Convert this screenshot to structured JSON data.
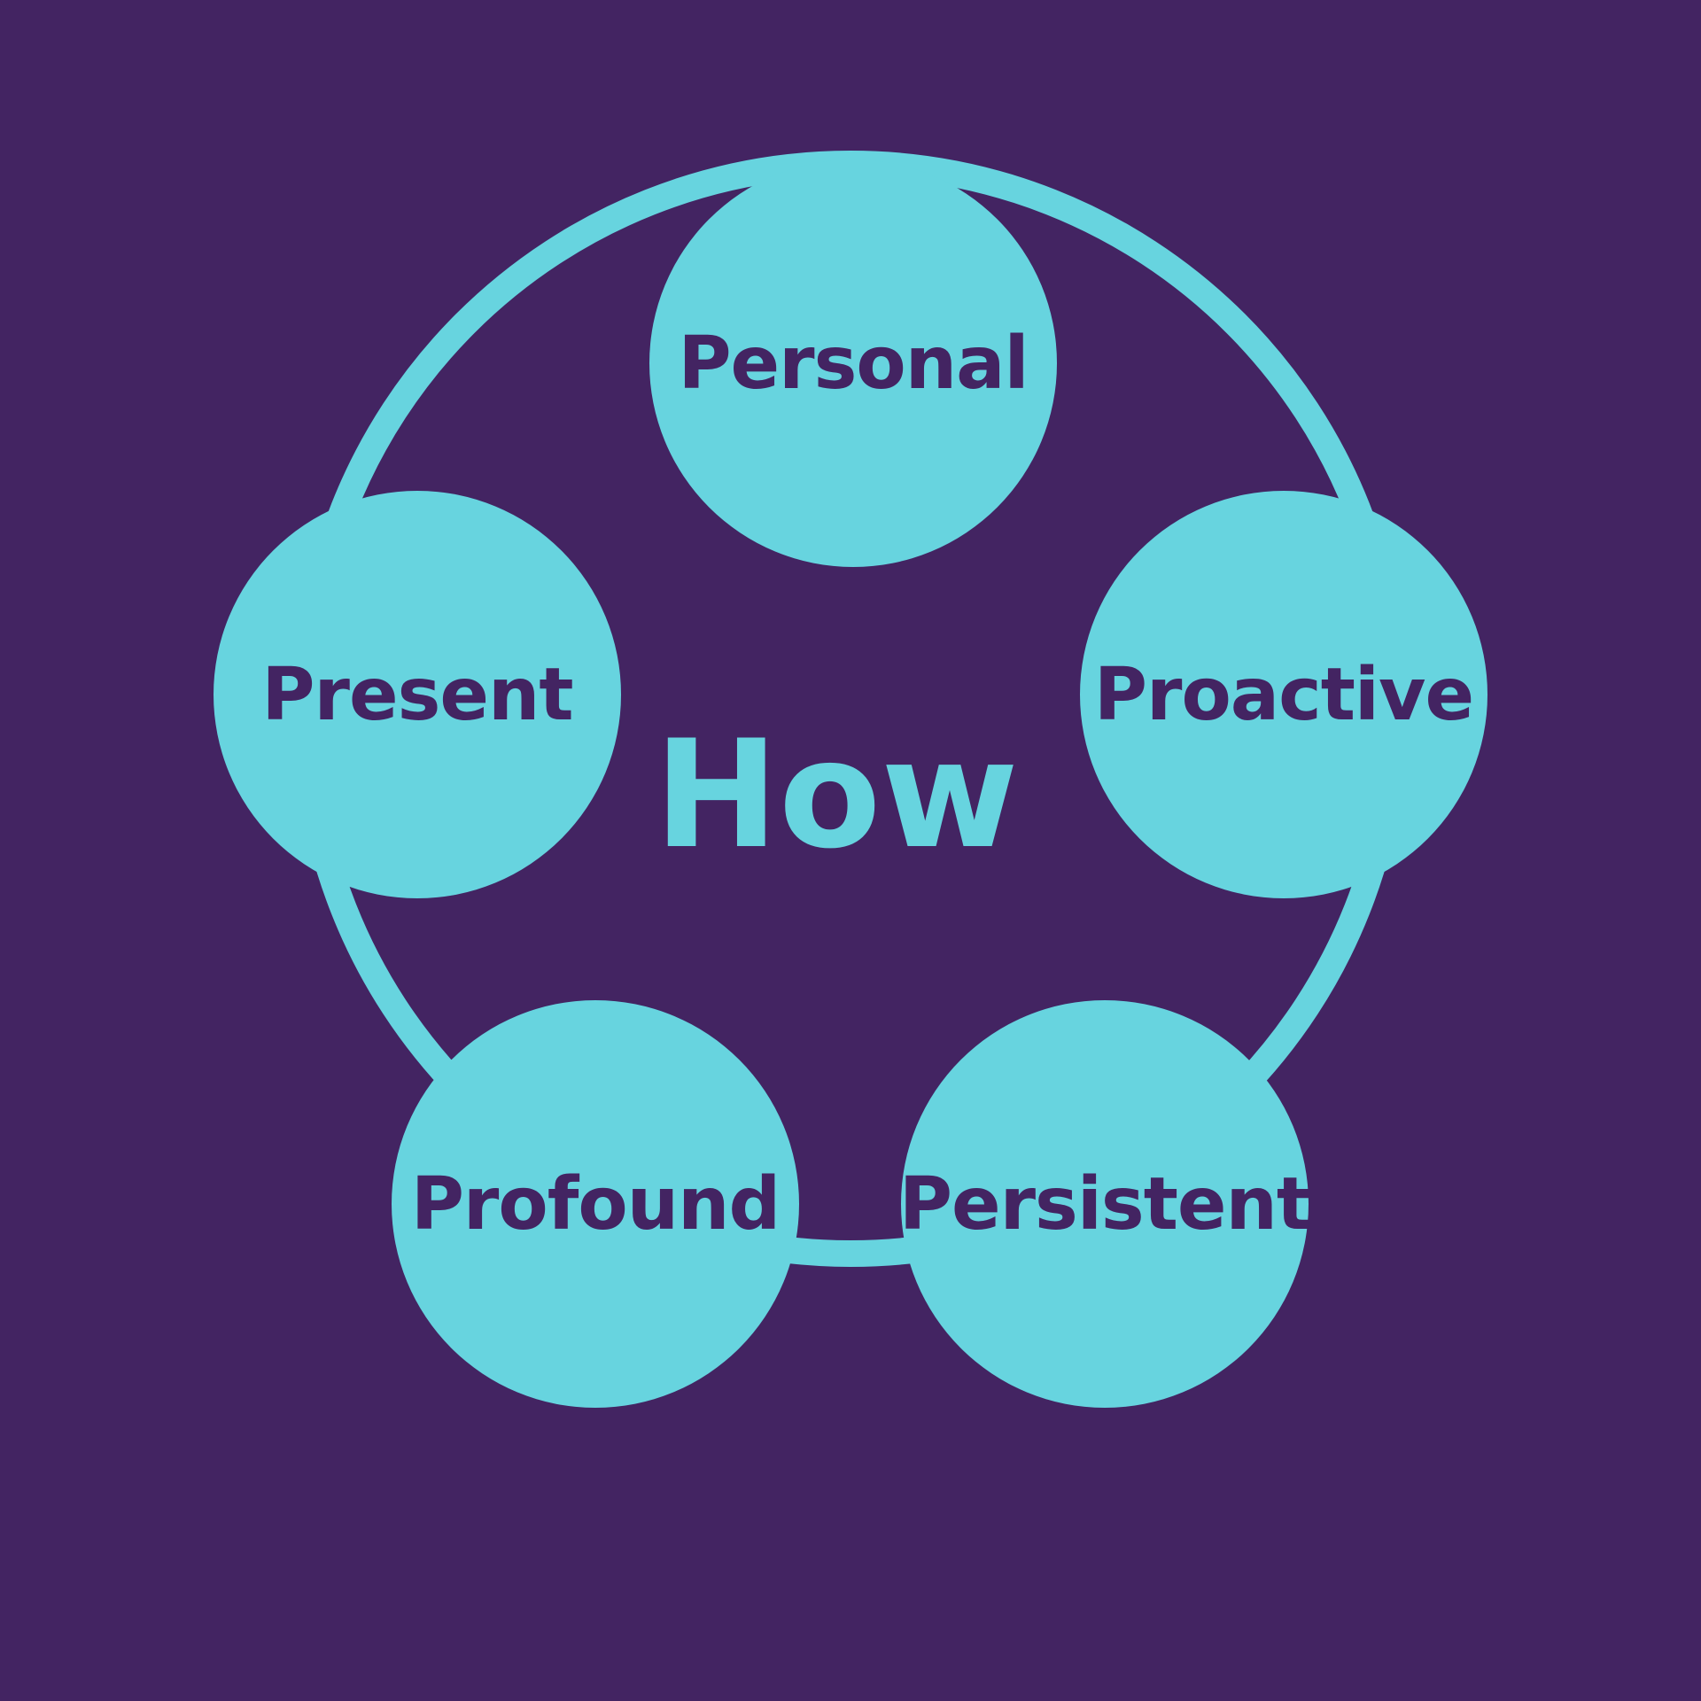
{
  "colors": {
    "background": "#432462",
    "accent": "#67D4DF",
    "label_text": "#432462"
  },
  "center": {
    "label": "How"
  },
  "nodes": [
    {
      "label": "Personal"
    },
    {
      "label": "Proactive"
    },
    {
      "label": "Persistent"
    },
    {
      "label": "Profound"
    },
    {
      "label": "Present"
    }
  ]
}
